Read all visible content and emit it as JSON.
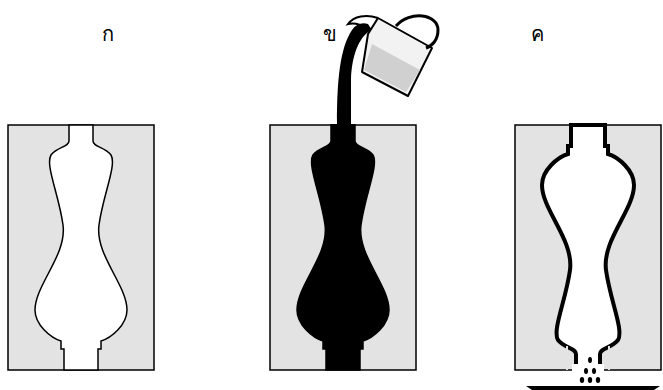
{
  "diagram": {
    "nodes": [
      {
        "text": [
          "ก"
        ]
      },
      {
        "text": [
          "ข"
        ]
      },
      {
        "text": [
          "ค"
        ]
      }
    ]
  }
}
